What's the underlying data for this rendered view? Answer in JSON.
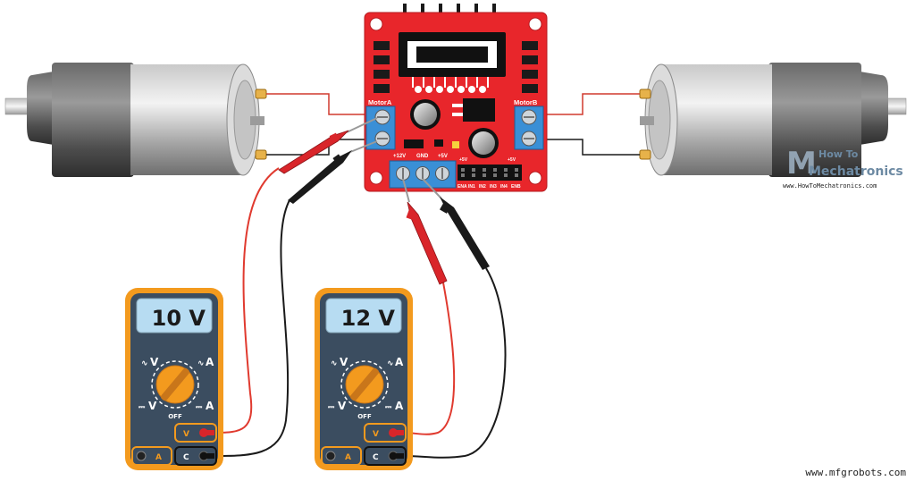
{
  "driver": {
    "motor_a_label": "MotorA",
    "motor_b_label": "MotorB",
    "power_pins": [
      "+12V",
      "GND",
      "+5V"
    ],
    "logic_top_label": "+5V",
    "logic_right_label": "+5V",
    "logic_pins": [
      "ENA",
      "IN1",
      "IN2",
      "IN3",
      "IN4",
      "ENB"
    ]
  },
  "meters": [
    {
      "display": "10 V",
      "dial_labels": {
        "ac_v": "V",
        "ac_a": "A",
        "dc_v": "V",
        "dc_a": "A",
        "off": "OFF"
      },
      "jacks": {
        "v": "V",
        "a": "A",
        "c": "C"
      }
    },
    {
      "display": "12 V",
      "dial_labels": {
        "ac_v": "V",
        "ac_a": "A",
        "dc_v": "V",
        "dc_a": "A",
        "off": "OFF"
      },
      "jacks": {
        "v": "V",
        "a": "A",
        "c": "C"
      }
    }
  ],
  "brand": {
    "line1": "How To",
    "line2": "Mechatronics",
    "url": "www.HowToMechatronics.com"
  },
  "watermark": "www.mfgrobots.com",
  "colors": {
    "board": "#e8262b",
    "terminal": "#3a8fd6",
    "meter_frame": "#f39a1e",
    "meter_body": "#3b4d60",
    "lcd": "#b7dcf2",
    "dial": "#f39a1e",
    "probe_red": "#d9252a",
    "probe_black": "#1a1a1a",
    "wire_red": "#e03a2f",
    "wire_black": "#1a1a1a"
  }
}
